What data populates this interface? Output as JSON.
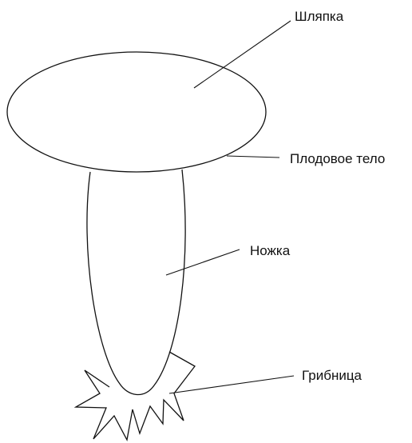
{
  "labels": {
    "cap": "Шляпка",
    "fruiting_body": "Плодовое тело",
    "stem": "Ножка",
    "mycelium": "Грибница"
  },
  "colors": {
    "stroke": "#111111",
    "background": "#ffffff"
  }
}
